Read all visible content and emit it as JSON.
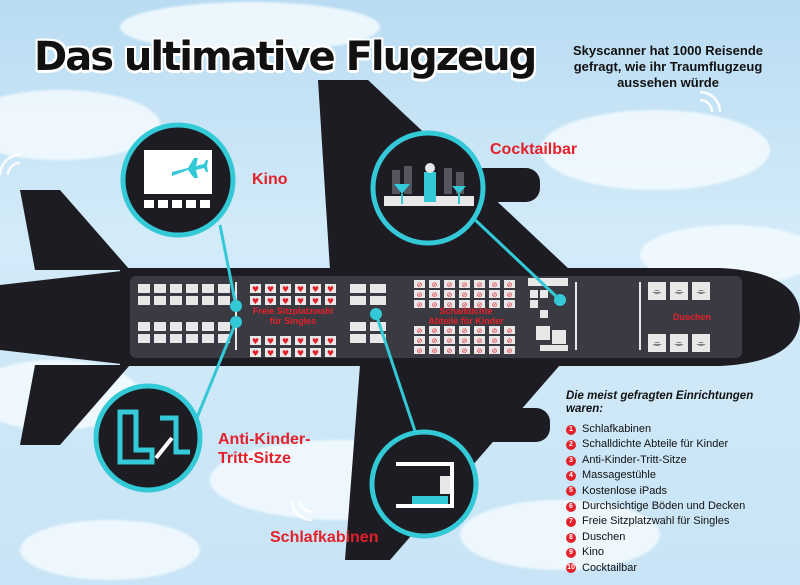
{
  "title": "Das ultimative Flugzeug",
  "subtitle": [
    "Skyscanner hat 1000 Reisende",
    "gefragt, wie ihr Traumflugzeug",
    "aussehen würde"
  ],
  "labels": {
    "kino": "Kino",
    "cocktailbar": "Cocktailbar",
    "anti_kinder": [
      "Anti-Kinder-",
      "Tritt-Sitze"
    ],
    "schlafkabinen": "Schlafkabinen"
  },
  "cabin_labels": {
    "singles": [
      "Freie Sitzplatzwahl",
      "für Singles"
    ],
    "kinder": [
      "Schalldichte",
      "Abteile für Kinder"
    ],
    "duschen": "Duschen"
  },
  "list": {
    "heading": [
      "Die meist gefragten Einrichtungen",
      "waren:"
    ],
    "items": [
      {
        "num": "1",
        "label": "Schlafkabinen"
      },
      {
        "num": "2",
        "label": "Schalldichte Abteile für Kinder"
      },
      {
        "num": "3",
        "label": "Anti-Kinder-Tritt-Sitze"
      },
      {
        "num": "4",
        "label": "Massagestühle"
      },
      {
        "num": "5",
        "label": "Kostenlose iPads"
      },
      {
        "num": "6",
        "label": "Durchsichtige Böden und Decken"
      },
      {
        "num": "7",
        "label": "Freie Sitzplatzwahl für Singles"
      },
      {
        "num": "8",
        "label": "Duschen"
      },
      {
        "num": "9",
        "label": "Kino"
      },
      {
        "num": "10",
        "label": "Cocktailbar"
      }
    ]
  },
  "colors": {
    "accent": "#e4202a",
    "cyan": "#33c9d6",
    "plane": "#1c1c22",
    "cabin": "#3a3a42",
    "seat": "#e8e8e8"
  },
  "icons": [
    "airplane-icon",
    "heart-icon",
    "baby-crossed-icon",
    "shower-icon",
    "cocktail-glass-icon",
    "seat-icon",
    "sleeping-pod-icon",
    "wifi-icon"
  ]
}
